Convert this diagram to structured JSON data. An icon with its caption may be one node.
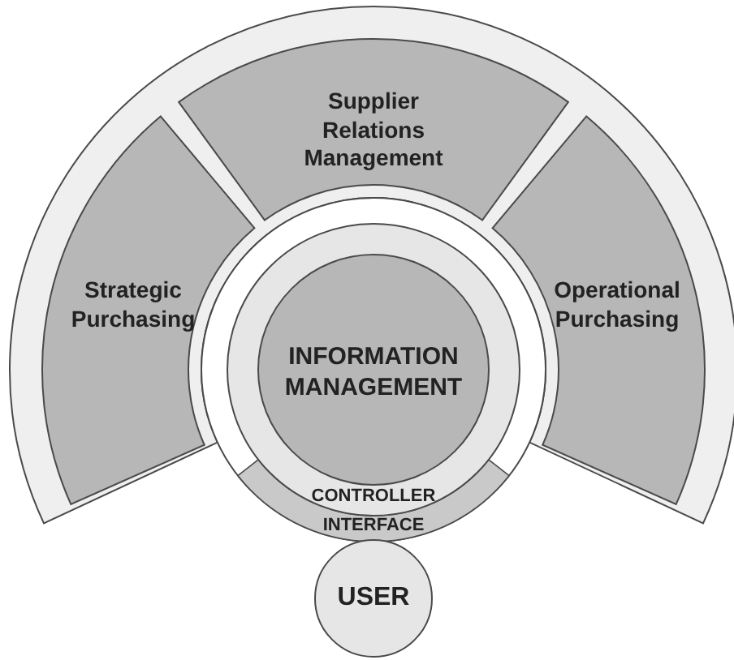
{
  "diagram": {
    "nodes": [
      {
        "text": [],
        "shape": "band"
      },
      {
        "text": [
          "Supplier Relations Management"
        ],
        "in": 0
      },
      {
        "text": [
          "Strategic Purchasing"
        ],
        "in": 0
      },
      {
        "text": [
          "Operational Purchasing"
        ],
        "in": 0
      },
      {
        "text": [
          "INTERFACE"
        ]
      },
      {
        "text": [
          "CONTROLLER"
        ],
        "in": 4
      },
      {
        "text": [
          "INFORMATION MANAGEMENT"
        ],
        "in": 5
      },
      {
        "text": [
          "USER"
        ]
      }
    ]
  }
}
